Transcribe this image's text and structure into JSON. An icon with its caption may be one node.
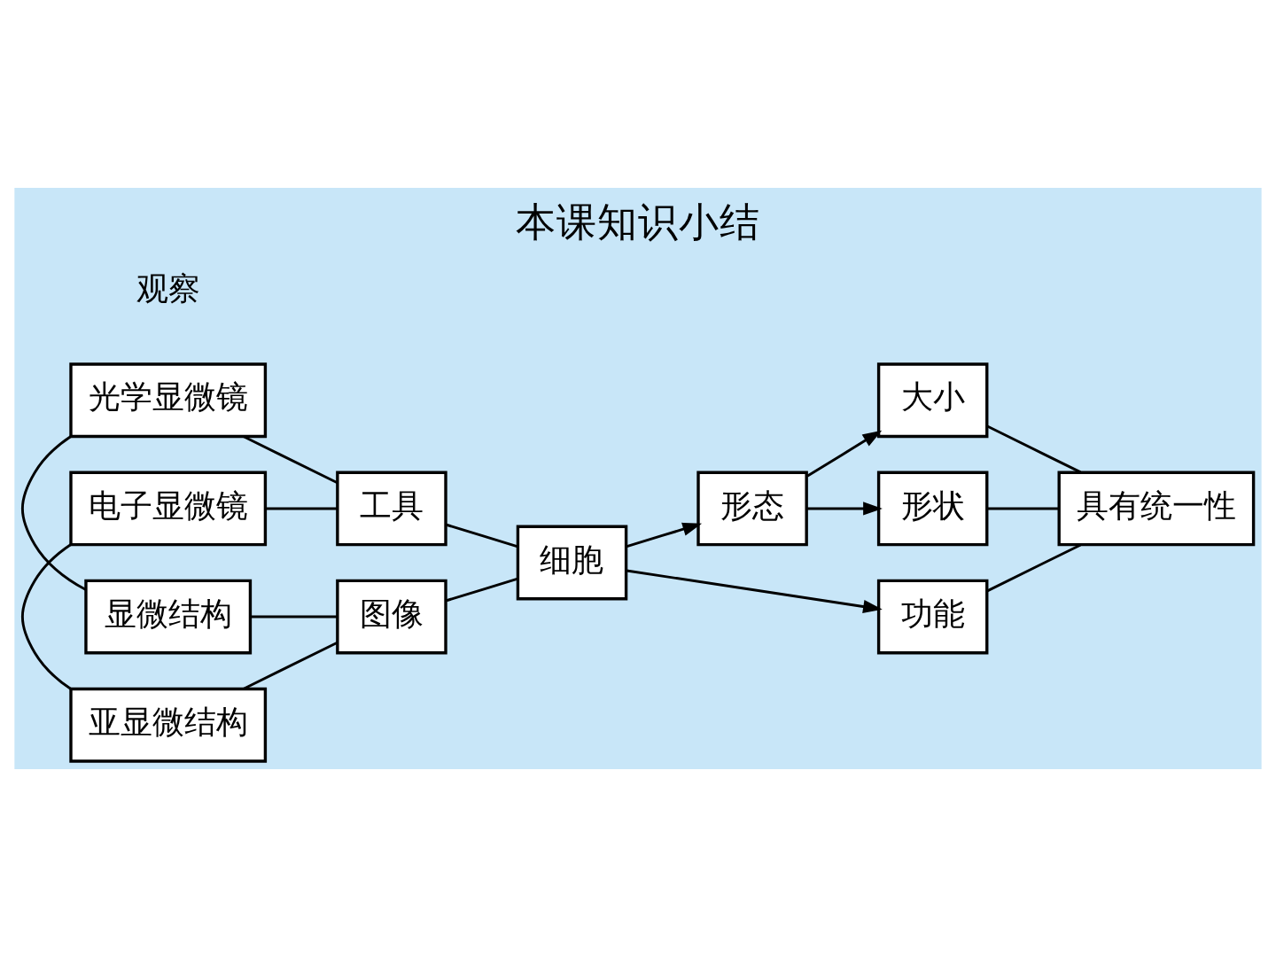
{
  "diagram": {
    "title": "本课知识小结",
    "nodes": [
      {
        "text": [
          "光学显微镜"
        ]
      },
      {
        "text": [
          "电子显微镜"
        ]
      },
      {
        "text": [
          "显微结构"
        ]
      },
      {
        "text": [
          "亚显微结构"
        ]
      },
      {
        "text": [
          "工具"
        ]
      },
      {
        "text": [
          "图像"
        ]
      },
      {
        "text": [
          "细胞"
        ]
      },
      {
        "text": [
          "形态"
        ]
      },
      {
        "text": [
          "功能"
        ]
      },
      {
        "text": [
          "形状"
        ]
      },
      {
        "text": [
          "大小"
        ]
      },
      {
        "text": [
          "具有统一性"
        ]
      }
    ],
    "edges": [
      {
        "from": 0,
        "to": 4,
        "arrow": "none"
      },
      {
        "from": 1,
        "to": 4,
        "arrow": "none"
      },
      {
        "from": 2,
        "to": 5,
        "arrow": "none"
      },
      {
        "from": 3,
        "to": 5,
        "arrow": "none"
      },
      {
        "from": 0,
        "to": 2,
        "arrow": "none"
      },
      {
        "from": 1,
        "to": 3,
        "arrow": "none"
      },
      {
        "from": 4,
        "to": 6,
        "arrow": "none"
      },
      {
        "from": 5,
        "to": 6,
        "arrow": "none"
      },
      {
        "from": 6,
        "to": 7,
        "arrow": "to"
      },
      {
        "from": 6,
        "to": 8,
        "arrow": "to"
      },
      {
        "from": 7,
        "to": 9,
        "arrow": "to"
      },
      {
        "from": 7,
        "to": 10,
        "arrow": "to"
      },
      {
        "from": 9,
        "to": 11,
        "arrow": "none"
      },
      {
        "from": 10,
        "to": 11,
        "arrow": "none"
      },
      {
        "from": 8,
        "to": 11,
        "arrow": "none"
      }
    ],
    "labels": [
      "观察"
    ]
  }
}
